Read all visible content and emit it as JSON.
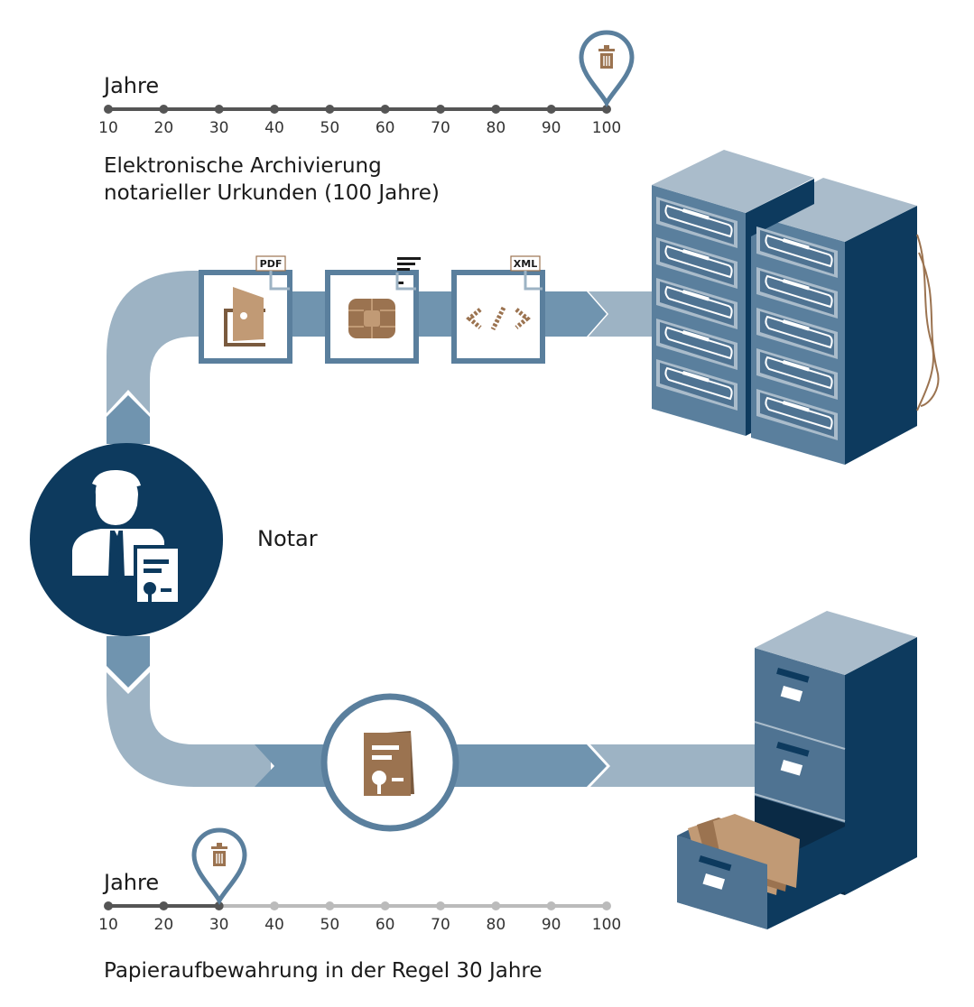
{
  "timeline_top": {
    "label": "Jahre",
    "ticks": [
      "10",
      "20",
      "30",
      "40",
      "50",
      "60",
      "70",
      "80",
      "90",
      "100"
    ],
    "marker_value": 100,
    "caption_line1": "Elektronische Archivierung",
    "caption_line2": "notarieller Urkunden (100 Jahre)"
  },
  "timeline_bottom": {
    "label": "Jahre",
    "ticks": [
      "10",
      "20",
      "30",
      "40",
      "50",
      "60",
      "70",
      "80",
      "90",
      "100"
    ],
    "marker_value": 30,
    "caption": "Papieraufbewahrung in der Regel 30 Jahre"
  },
  "center": {
    "label": "Notar"
  },
  "badges": {
    "pdf": "PDF",
    "xml": "XML"
  },
  "icons": [
    "trash-icon",
    "pdf-document-icon",
    "chip-card-icon",
    "xml-code-icon",
    "notary-person-icon",
    "certificate-document-icon",
    "server-rack-icon",
    "filing-cabinet-icon"
  ],
  "colors": {
    "navy": "#0d3a5e",
    "steel": "#5a7f9d",
    "light_steel": "#9db3c4",
    "bronze": "#9b7350",
    "tan": "#c19a75",
    "timeline_dark": "#555555",
    "timeline_light": "#bbbbbb"
  }
}
